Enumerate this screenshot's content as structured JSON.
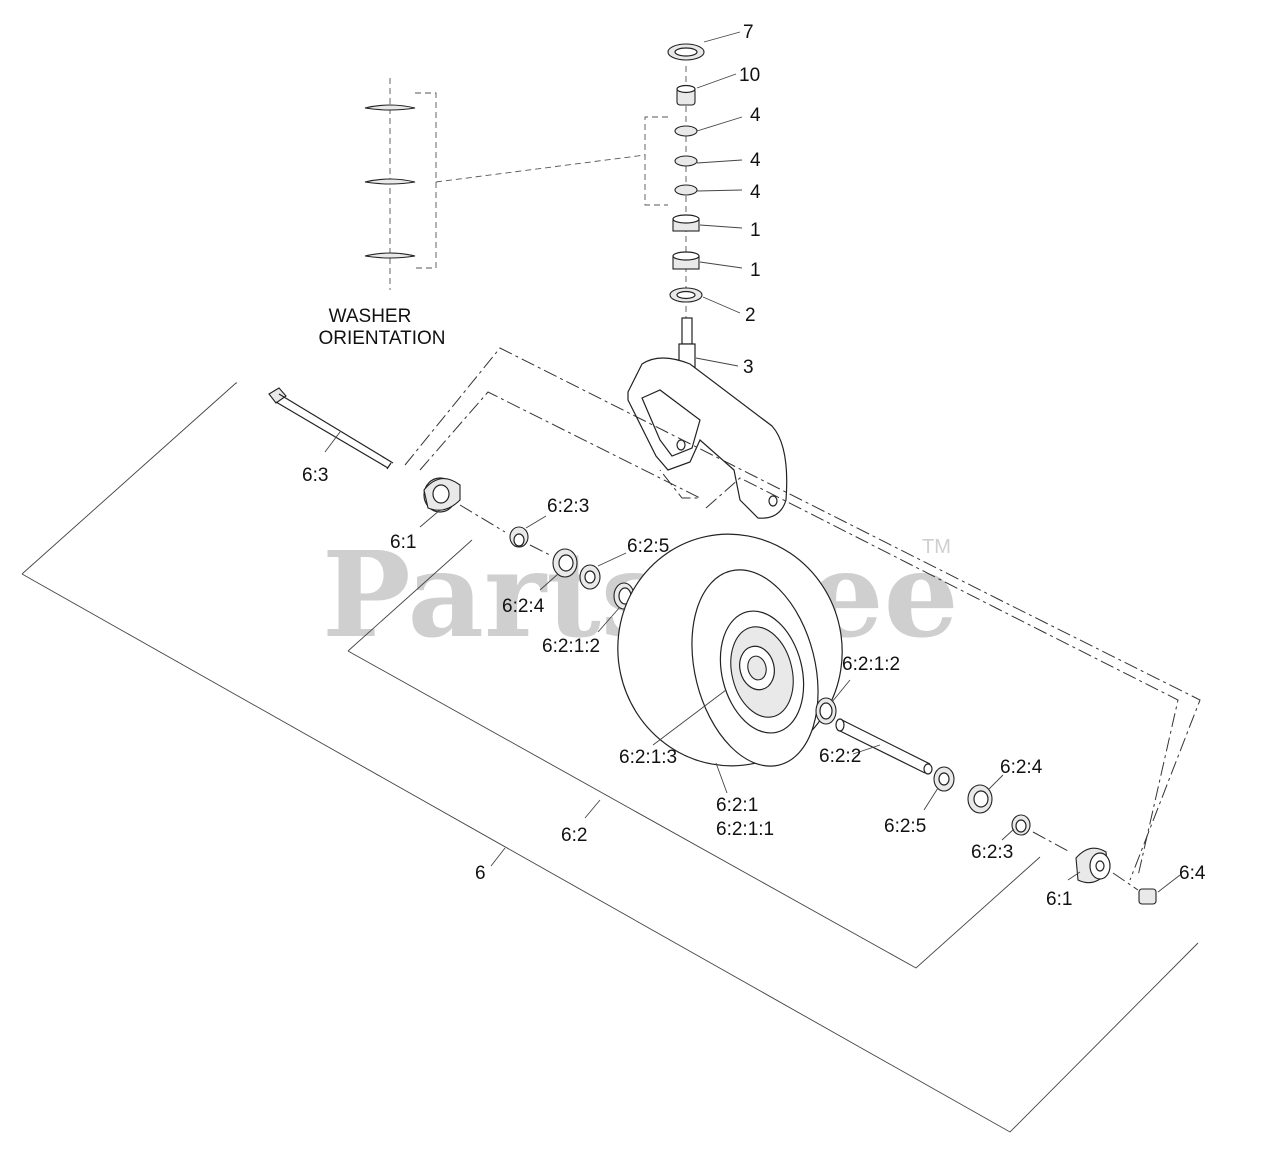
{
  "watermark": {
    "text": "PartsTree",
    "trademark": "TM"
  },
  "caption": {
    "line1": "WASHER",
    "line2": "ORIENTATION"
  },
  "labels": {
    "l7": "7",
    "l10": "10",
    "l4a": "4",
    "l4b": "4",
    "l4c": "4",
    "l1a": "1",
    "l1b": "1",
    "l2": "2",
    "l3": "3",
    "l63": "6:3",
    "l61a": "6:1",
    "l623a": "6:2:3",
    "l625a": "6:2:5",
    "l624a": "6:2:4",
    "l6212a": "6:2:1:2",
    "l6212b": "6:2:1:2",
    "l6213": "6:2:1:3",
    "l622": "6:2:2",
    "l624b": "6:2:4",
    "l625b": "6:2:5",
    "l623b": "6:2:3",
    "l621": "6:2:1",
    "l6211": "6:2:1:1",
    "l62": "6:2",
    "l6": "6",
    "l61b": "6:1",
    "l64": "6:4"
  }
}
